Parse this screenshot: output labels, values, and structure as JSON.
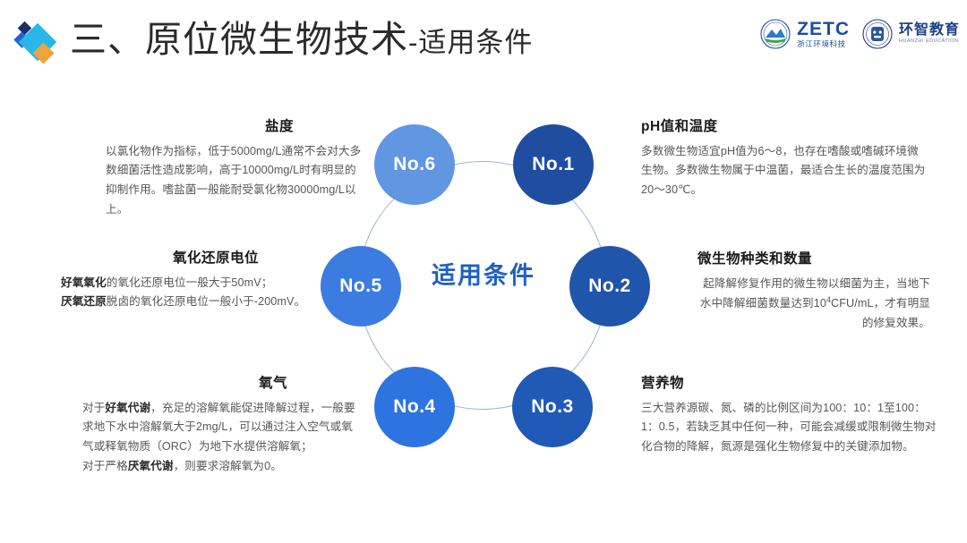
{
  "header": {
    "title_main": "三、原位微生物技术",
    "title_sub": "-适用条件",
    "logo_icon": "diamond-logo",
    "brands": [
      {
        "name_en": "ZETC",
        "name_cn": "浙江环境科技",
        "badge": "zetc-seal-icon"
      },
      {
        "name_cn": "环智教育",
        "name_en": "HUANZHI EDUCATION",
        "badge": "huanzhi-seal-icon"
      }
    ]
  },
  "wheel": {
    "center_label": "适用条件",
    "bubbles": [
      {
        "id": "no1",
        "label": "No.1",
        "color": "#1F4EA1"
      },
      {
        "id": "no2",
        "label": "No.2",
        "color": "#1F55AB"
      },
      {
        "id": "no3",
        "label": "No.3",
        "color": "#2159B6"
      },
      {
        "id": "no4",
        "label": "No.4",
        "color": "#2D74E0"
      },
      {
        "id": "no5",
        "label": "No.5",
        "color": "#3C7CE0"
      },
      {
        "id": "no6",
        "label": "No.6",
        "color": "#6196E3"
      }
    ],
    "ring_color": "#9DB4D6",
    "center_color": "#2160C4"
  },
  "sections": {
    "salinity": {
      "title": "盐度",
      "body": "以氯化物作为指标，低于5000mg/L通常不会对大多数细菌活性造成影响，高于10000mg/L时有明显的抑制作用。嗜盐菌一般能耐受氯化物30000mg/L以上。"
    },
    "redox": {
      "title": "氧化还原电位",
      "line1_bold": "好氧氧化",
      "line1_rest": "的氧化还原电位一般大于50mV；",
      "line2_bold": "厌氧还原",
      "line2_rest": "脱卤的氧化还原电位一般小于-200mV。"
    },
    "oxygen": {
      "title": "氧气",
      "p1_a": "对于",
      "p1_b": "好氧代谢",
      "p1_c": "，充足的溶解氧能促进降解过程，一般要求地下水中溶解氧大于2mg/L，可以通过注入空气或氧气或释氧物质（ORC）为地下水提供溶解氧；",
      "p2_a": "对于严格",
      "p2_b": "厌氧代谢",
      "p2_c": "，则要求溶解氧为0。"
    },
    "ph_temp": {
      "title": "pH值和温度",
      "body": "多数微生物适宜pH值为6～8，也存在嗜酸或嗜碱环境微生物。多数微生物属于中温菌，最适合生长的温度范围为20～30℃。"
    },
    "microbes": {
      "title": "微生物种类和数量",
      "body_a": "起降解修复作用的微生物以细菌为主，当地下水中降解细菌数量达到10",
      "body_sup": "4",
      "body_b": "CFU/mL，才有明显的修复效果。"
    },
    "nutrients": {
      "title": "营养物",
      "body": "三大营养源碳、氮、磷的比例区间为100：10：1至100：1：0.5，若缺乏其中任何一种，可能会减缓或限制微生物对化合物的降解，氮源是强化生物修复中的关键添加物。"
    }
  }
}
